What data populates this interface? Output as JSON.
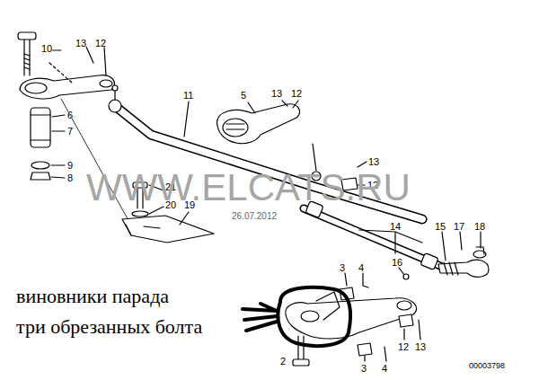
{
  "diagram": {
    "labels": [
      "10",
      "13",
      "12",
      "6",
      "7",
      "9",
      "8",
      "11",
      "5",
      "13",
      "12",
      "13",
      "12",
      "21",
      "20",
      "19",
      "WWW.ELCATS.RU",
      "26.07.2012",
      "14",
      "15",
      "17",
      "18",
      "16",
      "3",
      "4",
      "виновники парада",
      "три обрезанных болта",
      "2",
      "3",
      "4",
      "12",
      "13",
      "00003798"
    ]
  }
}
